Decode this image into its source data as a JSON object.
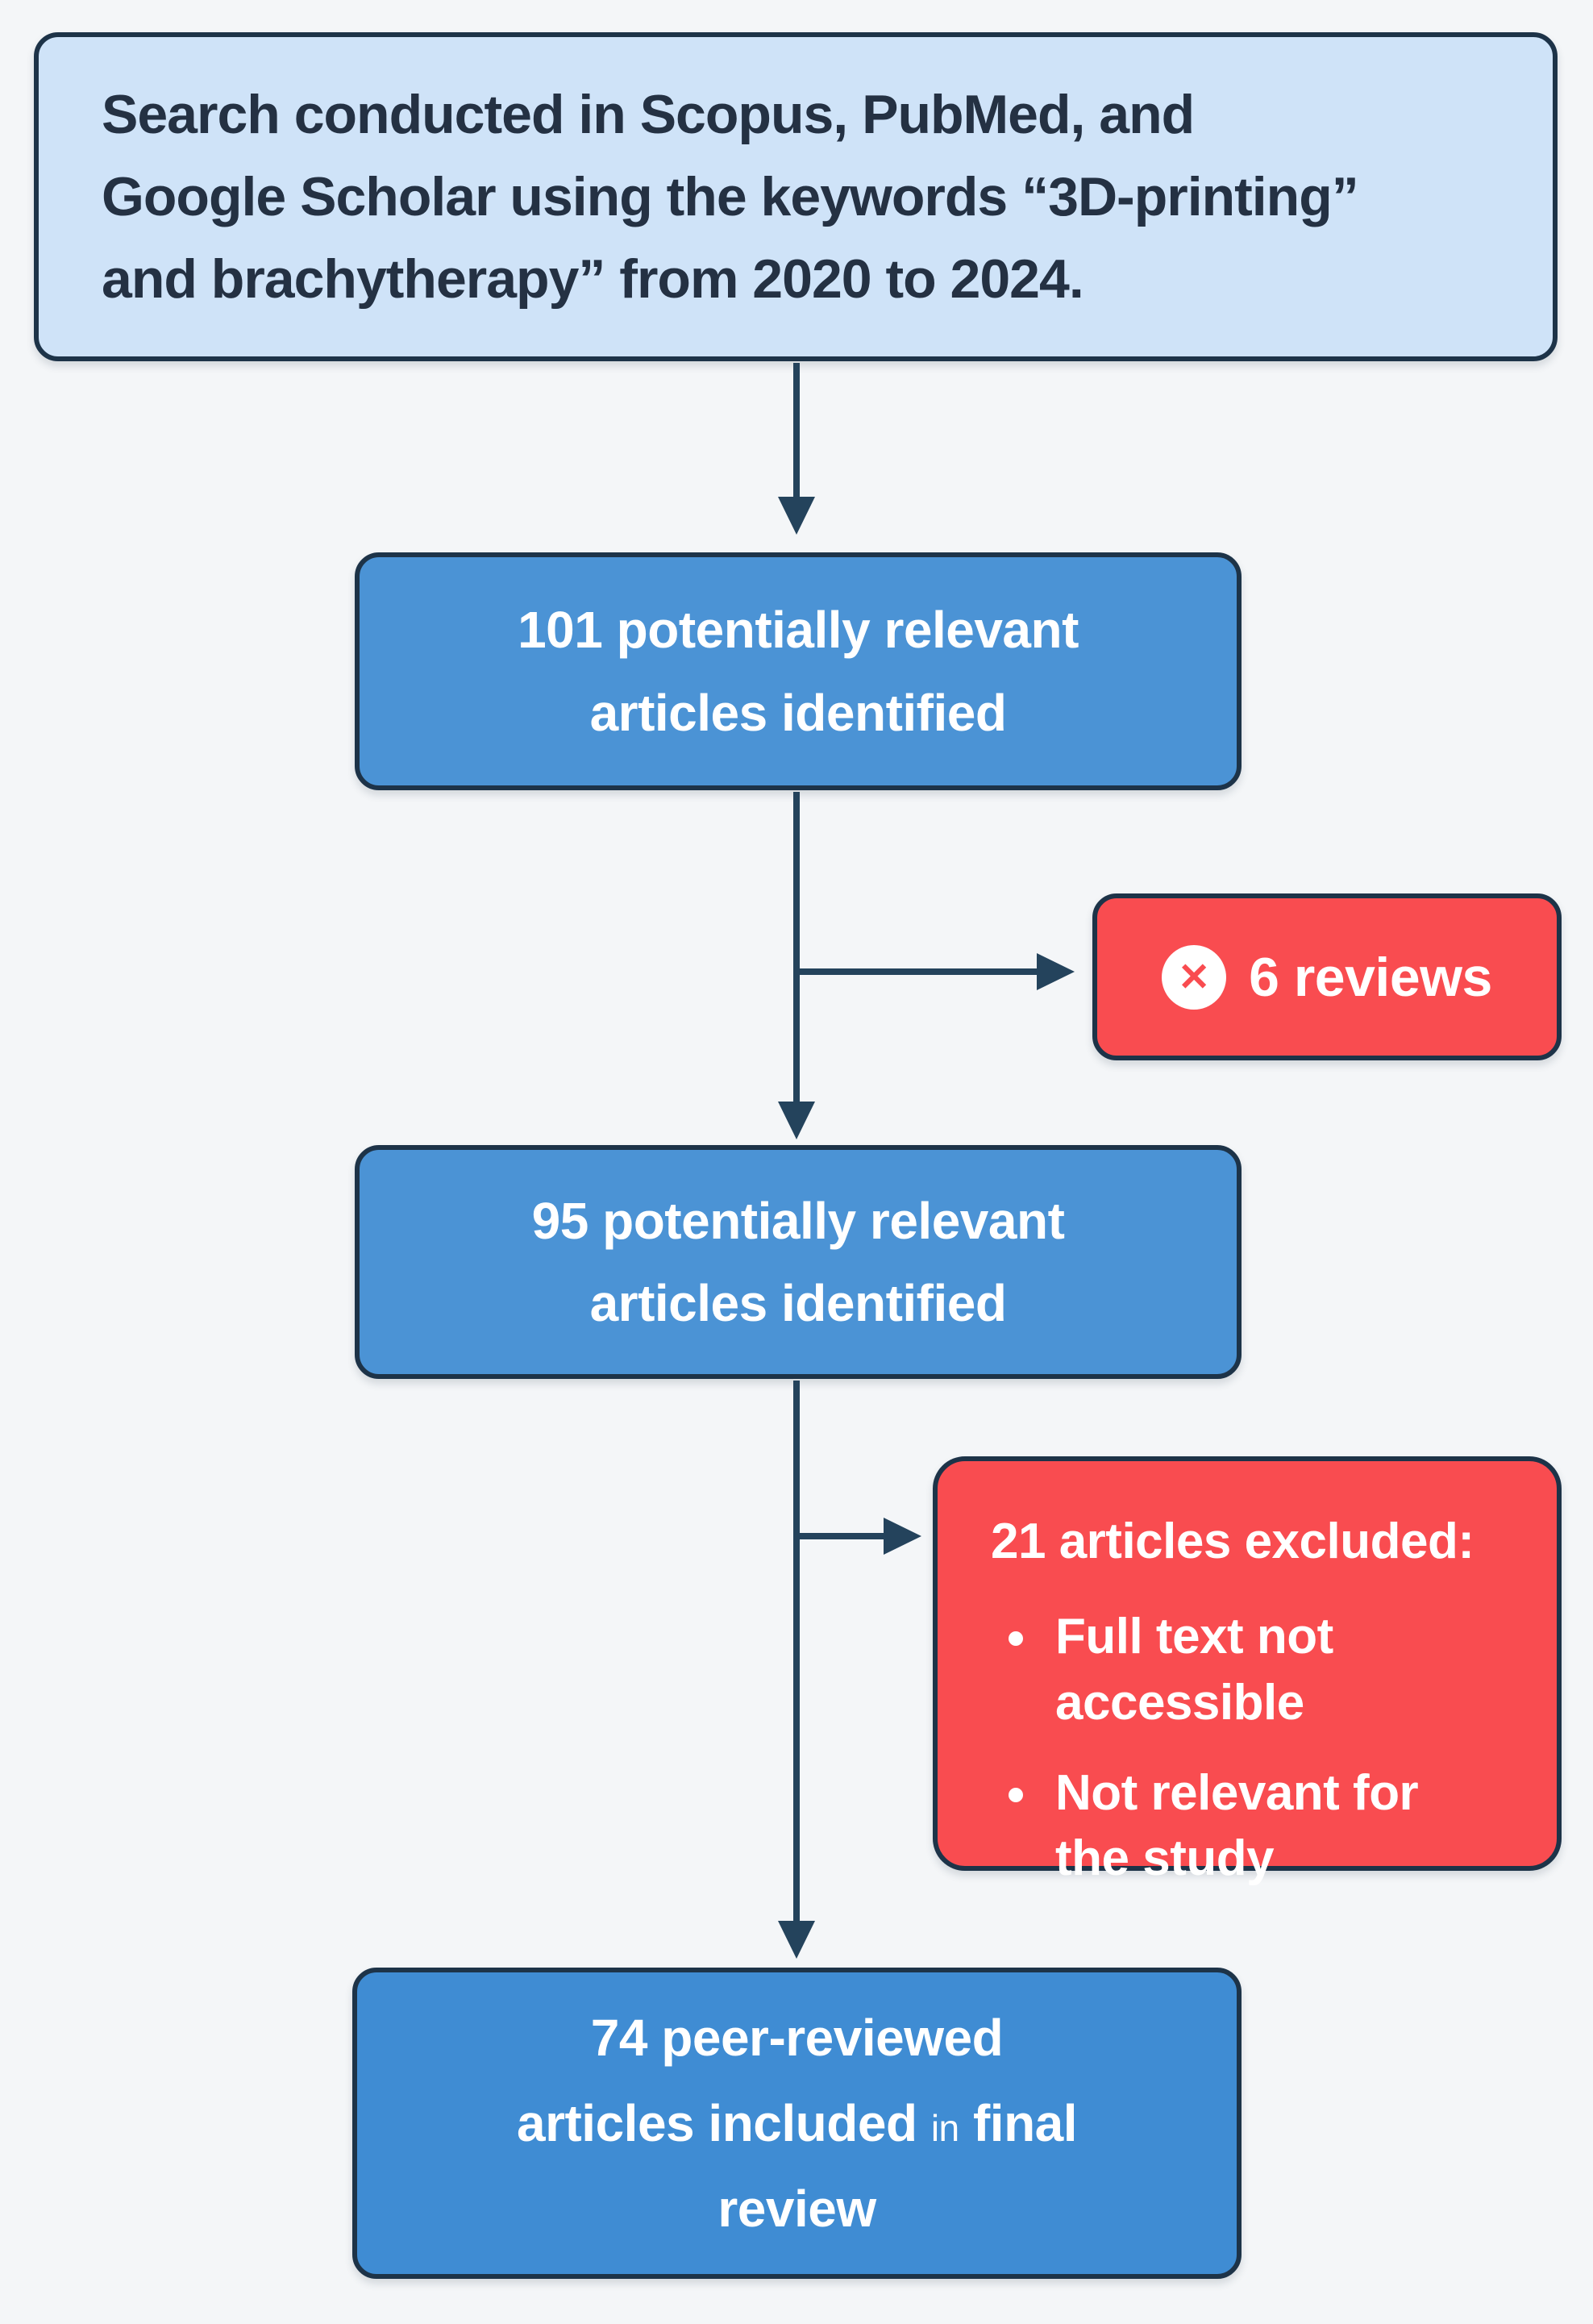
{
  "colors": {
    "background": "#f4f6f8",
    "box_border": "#1d3348",
    "arrow": "#24435c",
    "light_blue_fill": "#cfe3f8",
    "blue_fill": "#4b93d5",
    "final_blue_fill": "#3f8cd3",
    "red_fill": "#f94c50",
    "dark_text": "#243143",
    "white_text": "#ffffff"
  },
  "top_box": {
    "text": "Search conducted in Scopus, PubMed, and\nGoogle Scholar using the keywords “3D-printing”\nand brachytherapy” from 2020 to 2024."
  },
  "box_101": {
    "text": "101 potentially relevant\narticles identified"
  },
  "excluded_reviews": {
    "icon": "x-circle",
    "icon_glyph": "✕",
    "label": "6 reviews"
  },
  "box_95": {
    "text": "95 potentially relevant\narticles identified"
  },
  "excluded_articles": {
    "heading": "21 articles excluded:",
    "bullets": [
      "Full text not\naccessible",
      "Not relevant for\nthe study"
    ]
  },
  "final_box": {
    "line1": "74 peer-reviewed",
    "line2_pre": "articles included",
    "line2_small": "in",
    "line2_post": "final",
    "line3": "review"
  }
}
